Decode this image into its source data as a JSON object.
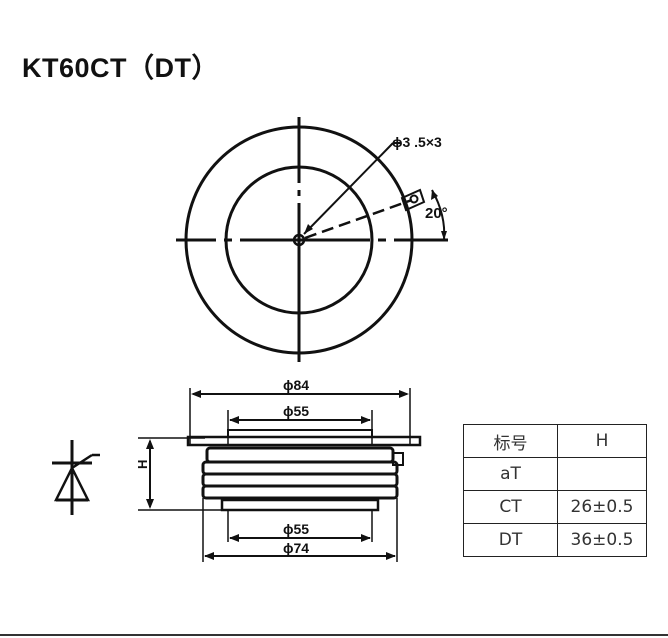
{
  "title": "KT60CT（DT）",
  "top_view": {
    "hole_label": "ϕ3 .5×3",
    "angle_label": "20°"
  },
  "side_view": {
    "dim_outer_top": "ϕ84",
    "dim_inner_top": "ϕ55",
    "dim_inner_bottom": "ϕ55",
    "dim_outer_bottom": "ϕ74",
    "height_label": "H"
  },
  "table": {
    "headers": [
      "标号",
      "H"
    ],
    "rows": [
      [
        "aT",
        ""
      ],
      [
        "CT",
        "26±0.5"
      ],
      [
        "DT",
        "36±0.5"
      ]
    ]
  }
}
